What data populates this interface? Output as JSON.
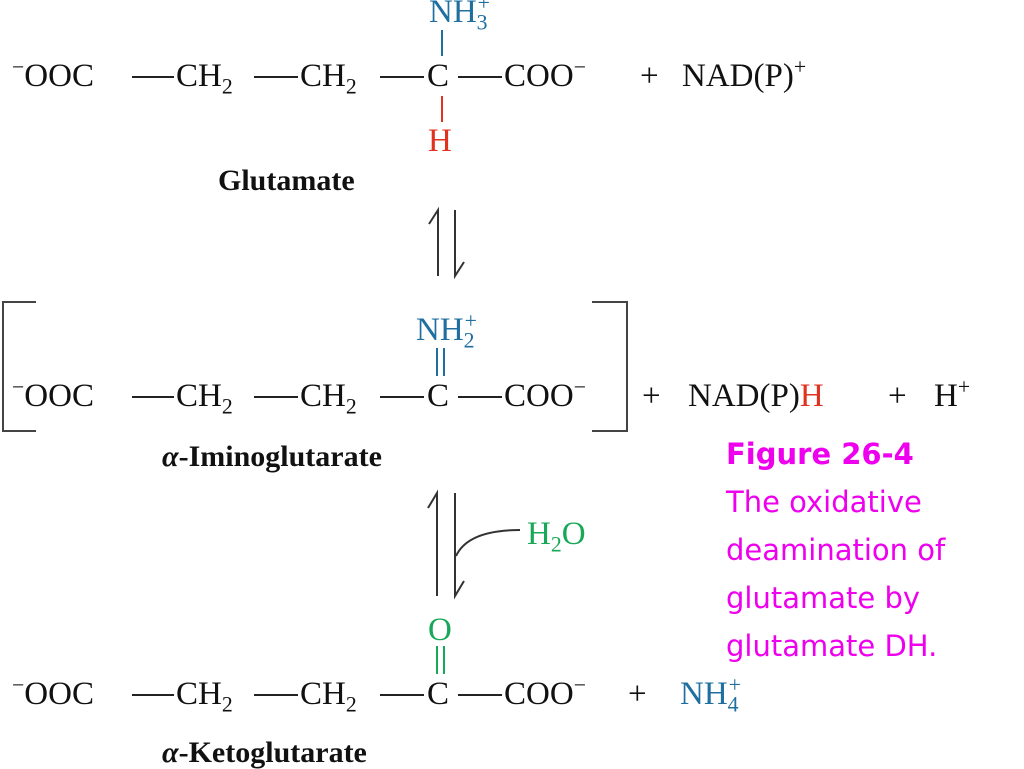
{
  "colors": {
    "amino": "#1f6fa0",
    "hydrogen": "#e0321e",
    "water": "#18a858",
    "caption": "#ee00ee",
    "ink": "#111111"
  },
  "row1": {
    "ooc": "OOC",
    "ooc_charge": "−",
    "ch2a": "CH",
    "ch2a_sub": "2",
    "ch2b": "CH",
    "ch2b_sub": "2",
    "c": "C",
    "coo": "COO",
    "coo_charge": "−",
    "top_group": "NH",
    "top_sub": "3",
    "top_charge": "+",
    "bottom_group": "H",
    "plus": "+",
    "cofactor": "NAD(P)",
    "cofactor_charge": "+",
    "name": "Glutamate"
  },
  "row2": {
    "ooc": "OOC",
    "ooc_charge": "−",
    "ch2a": "CH",
    "ch2a_sub": "2",
    "ch2b": "CH",
    "ch2b_sub": "2",
    "c": "C",
    "coo": "COO",
    "coo_charge": "−",
    "top_group": "NH",
    "top_sub": "2",
    "top_charge": "+",
    "plus1": "+",
    "cofactor": "NAD(P)",
    "cofactor_h": "H",
    "plus2": "+",
    "proton": "H",
    "proton_charge": "+",
    "name_prefix": "α",
    "name": "-Iminoglutarate"
  },
  "row3": {
    "ooc": "OOC",
    "ooc_charge": "−",
    "ch2a": "CH",
    "ch2a_sub": "2",
    "ch2b": "CH",
    "ch2b_sub": "2",
    "c": "C",
    "coo": "COO",
    "coo_charge": "−",
    "top_group": "O",
    "plus": "+",
    "product": "NH",
    "product_sub": "4",
    "product_charge": "+",
    "name_prefix": "α",
    "name": "-Ketoglutarate"
  },
  "water": {
    "text": "H",
    "sub": "2",
    "o": "O"
  },
  "caption": {
    "title": "Figure 26-4",
    "body": [
      "The oxidative",
      "deamination of",
      "glutamate by",
      "glutamate DH."
    ]
  }
}
